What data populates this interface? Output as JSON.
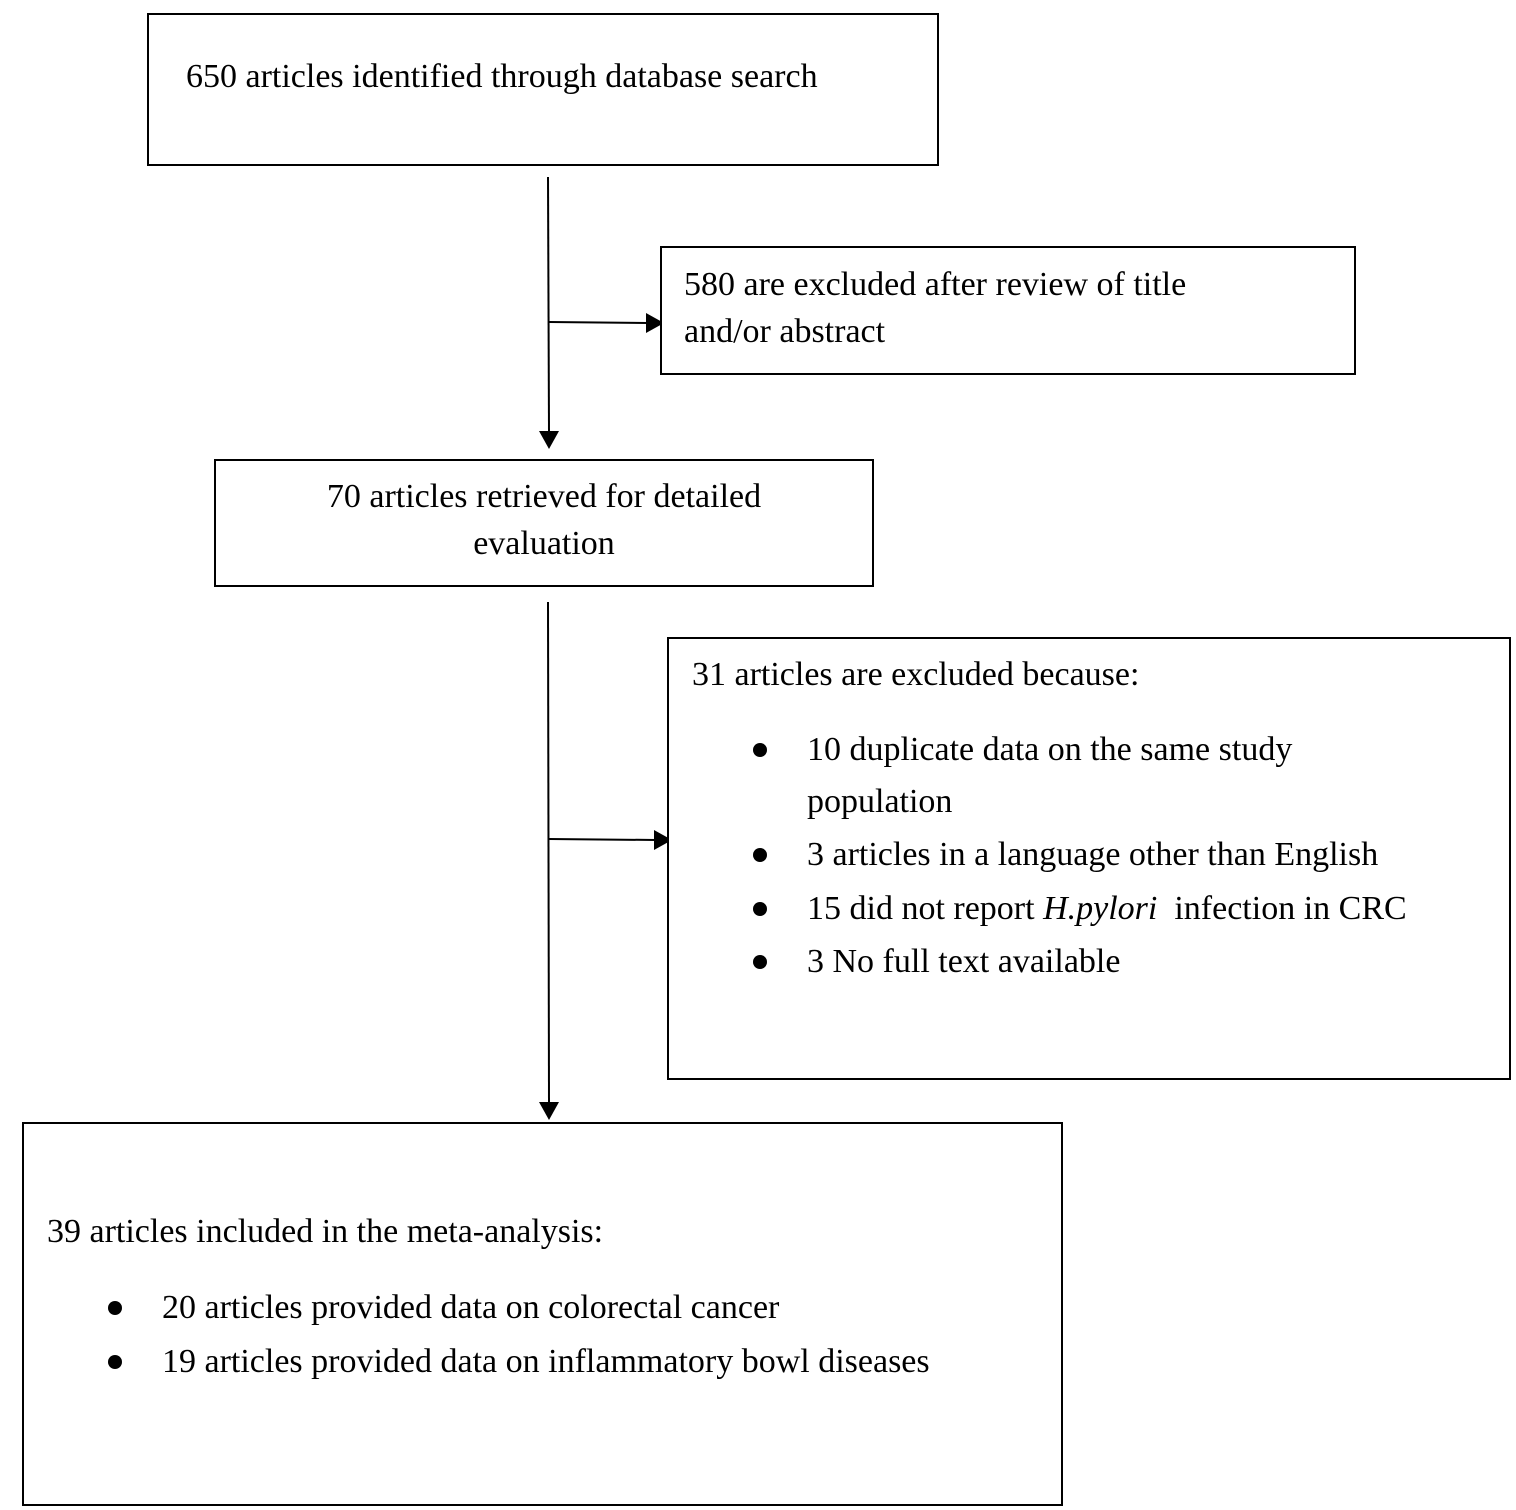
{
  "identified": {
    "text": "650 articles identified through database search"
  },
  "excluded_screen": {
    "line1": "580 are excluded after review of title",
    "line2": "and/or abstract"
  },
  "retrieved": {
    "line1": "70 articles retrieved for detailed",
    "line2": "evaluation"
  },
  "excluded_full": {
    "heading": "31 articles are excluded because:",
    "items": [
      {
        "line1": "10 duplicate data on the same study",
        "line2": "population"
      },
      {
        "text": "3 articles in a language other than English"
      },
      {
        "pre": "15 did not report",
        "italic": "H.pylori",
        "post": "infection in CRC"
      },
      {
        "text": "3 No full text available"
      }
    ]
  },
  "included": {
    "heading": "39 articles included in the meta-analysis:",
    "items": [
      {
        "text": "20 articles provided data on colorectal cancer"
      },
      {
        "text": "19 articles provided data on inflammatory bowl diseases"
      }
    ]
  }
}
